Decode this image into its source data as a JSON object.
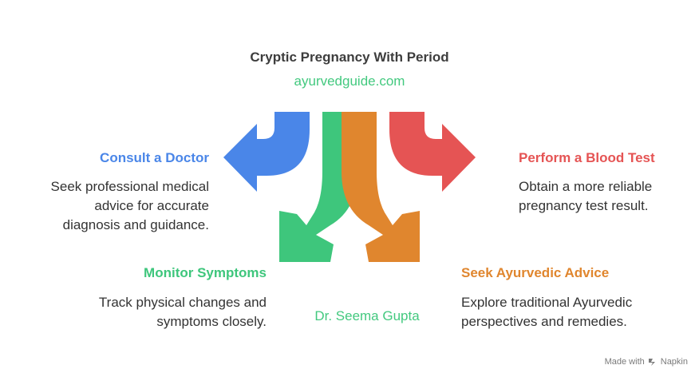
{
  "header": {
    "title": "Cryptic Pregnancy With Period",
    "subtitle": "ayurvedguide.com"
  },
  "author": "Dr. Seema Gupta",
  "steps": [
    {
      "heading": "Consult a Doctor",
      "description_lines": [
        "Seek professional medical",
        "advice for accurate",
        "diagnosis and guidance."
      ],
      "color": "#4a86e8"
    },
    {
      "heading": "Monitor Symptoms",
      "description_lines": [
        "Track physical changes and",
        "symptoms closely."
      ],
      "color": "#3ec67c"
    },
    {
      "heading": "Seek Ayurvedic Advice",
      "description_lines": [
        "Explore traditional Ayurvedic",
        "perspectives and remedies."
      ],
      "color": "#e0862e"
    },
    {
      "heading": "Perform a Blood Test",
      "description_lines": [
        "Obtain a more reliable",
        "pregnancy test result."
      ],
      "color": "#e55454"
    }
  ],
  "footer": {
    "made_with": "Made with",
    "brand": "Napkin",
    "brand_icon": "napkin-logo-icon"
  }
}
